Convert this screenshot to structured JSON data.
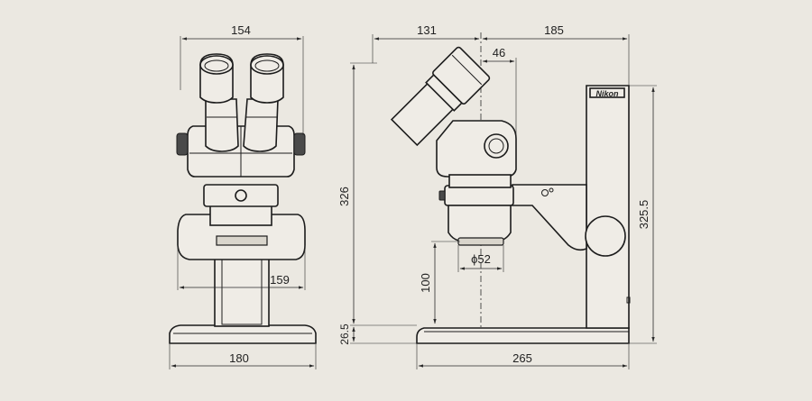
{
  "front_view": {
    "width_top": "154",
    "width_mid": "159",
    "width_base": "180"
  },
  "side_view": {
    "eyepiece_offset": "131",
    "depth_total": "185",
    "optic_offset": "46",
    "objective_diameter": "ϕ52",
    "height_total": "326",
    "working_distance": "100",
    "base_height": "26.5",
    "base_length": "265",
    "stand_height": "325.5",
    "brand_logo": "Nikon"
  }
}
